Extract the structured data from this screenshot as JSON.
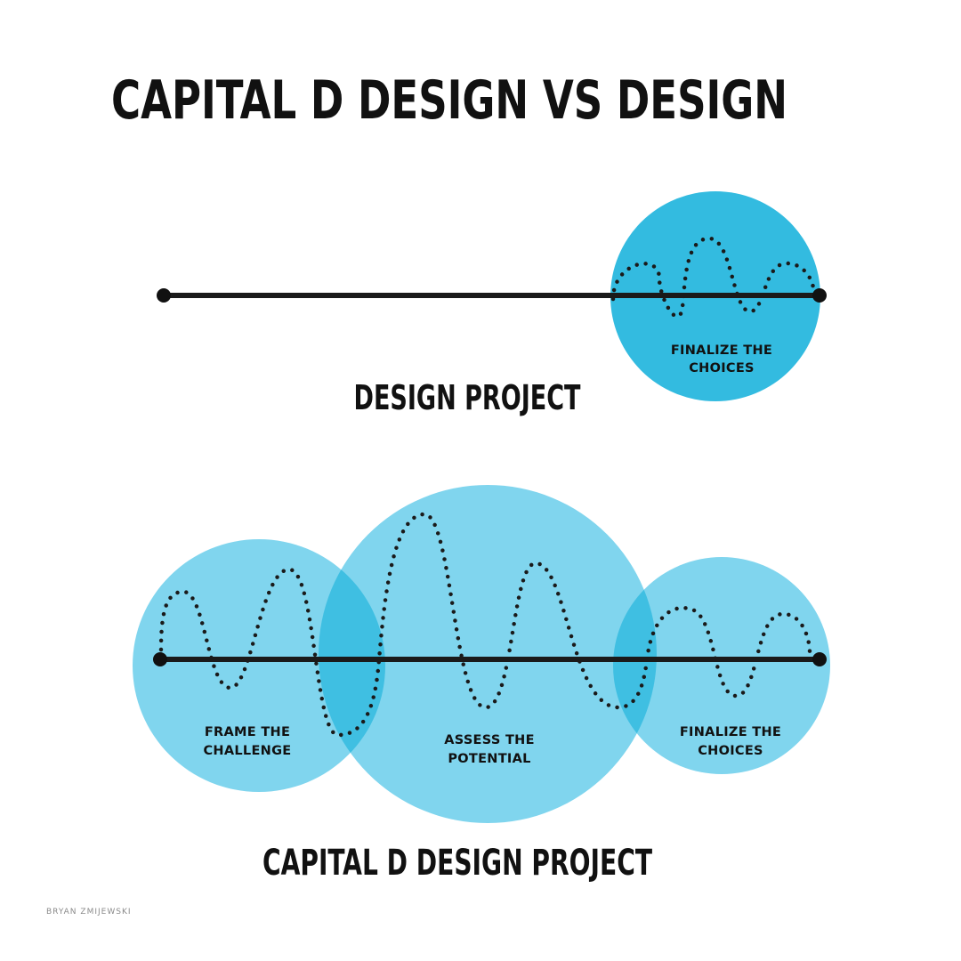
{
  "title": "CAPITAL D DESIGN VS DESIGN",
  "design_project": {
    "label": "DESIGN PROJECT",
    "phase": {
      "line1": "FINALIZE THE",
      "line2": "CHOICES"
    }
  },
  "capital_d_project": {
    "label": "CAPITAL D DESIGN PROJECT",
    "phases": [
      {
        "line1": "FRAME THE",
        "line2": "CHALLENGE"
      },
      {
        "line1": "ASSESS THE",
        "line2": "POTENTIAL"
      },
      {
        "line1": "FINALIZE THE",
        "line2": "CHOICES"
      }
    ]
  },
  "credit": "BRYAN ZMIJEWSKI",
  "colors": {
    "circle_dark": "#33bbe0",
    "circle_light": "#80d5ee",
    "ink": "#111111"
  }
}
